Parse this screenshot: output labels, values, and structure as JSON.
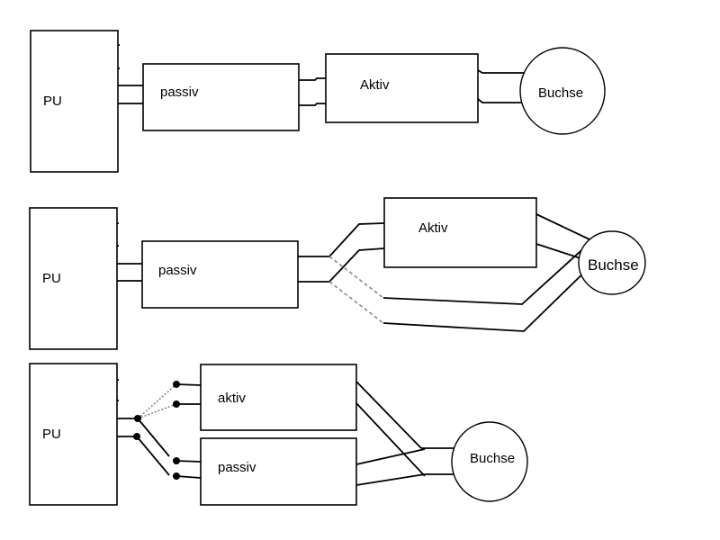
{
  "labels": {
    "pu": "PU",
    "passiv": "passiv",
    "aktiv_cap": "Aktiv",
    "aktiv_lower": "aktiv",
    "buchse": "Buchse"
  },
  "colors": {
    "line": "#000000",
    "dashed_wire": "#888888"
  }
}
